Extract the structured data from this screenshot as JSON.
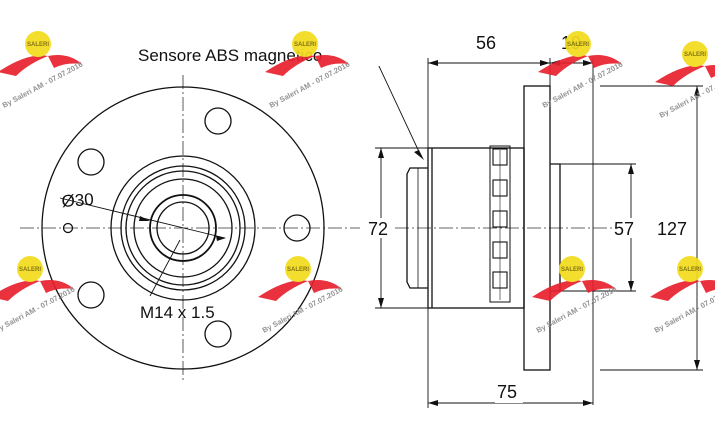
{
  "labels": {
    "abs_sensor": "Sensore ABS magnetico",
    "bore_diameter": "Ø30",
    "thread": "M14 x 1.5"
  },
  "dimensions": {
    "hub_width": "56",
    "flange_offset": "19",
    "sensor_ring_diameter": "72",
    "pilot_diameter": "57",
    "flange_diameter": "127",
    "total_length": "75"
  },
  "watermark": {
    "text": "By Saleri AM - 07.07.2016",
    "badge": "SALERI",
    "wing_color": "#e8212e",
    "badge_color": "#f3dc1c"
  },
  "colors": {
    "line": "#111111",
    "centerline": "#333333"
  }
}
